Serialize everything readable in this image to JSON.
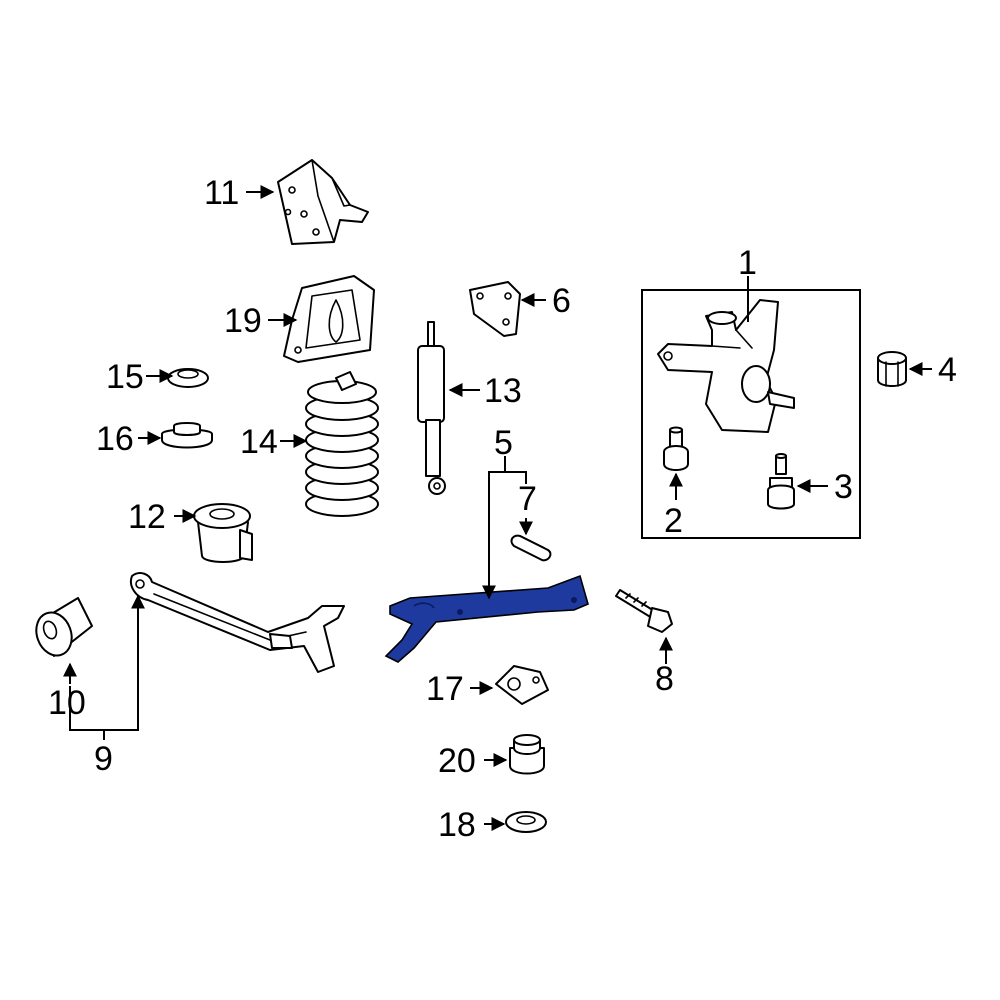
{
  "diagram": {
    "highlight_color": "#1f3a9e",
    "line_color": "#000000",
    "background": "#ffffff",
    "callouts": [
      "1",
      "2",
      "3",
      "4",
      "5",
      "6",
      "7",
      "8",
      "9",
      "10",
      "11",
      "12",
      "13",
      "14",
      "15",
      "16",
      "17",
      "18",
      "19",
      "20"
    ]
  }
}
